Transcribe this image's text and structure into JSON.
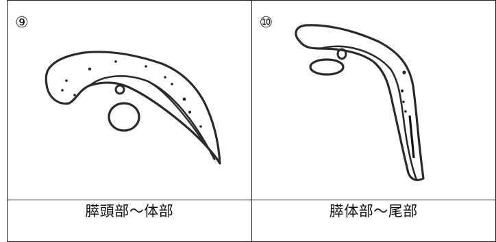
{
  "panels": [
    {
      "number": "⑨",
      "caption": "膵頭部〜体部"
    },
    {
      "number": "⑩",
      "caption": "膵体部〜尾部"
    }
  ]
}
